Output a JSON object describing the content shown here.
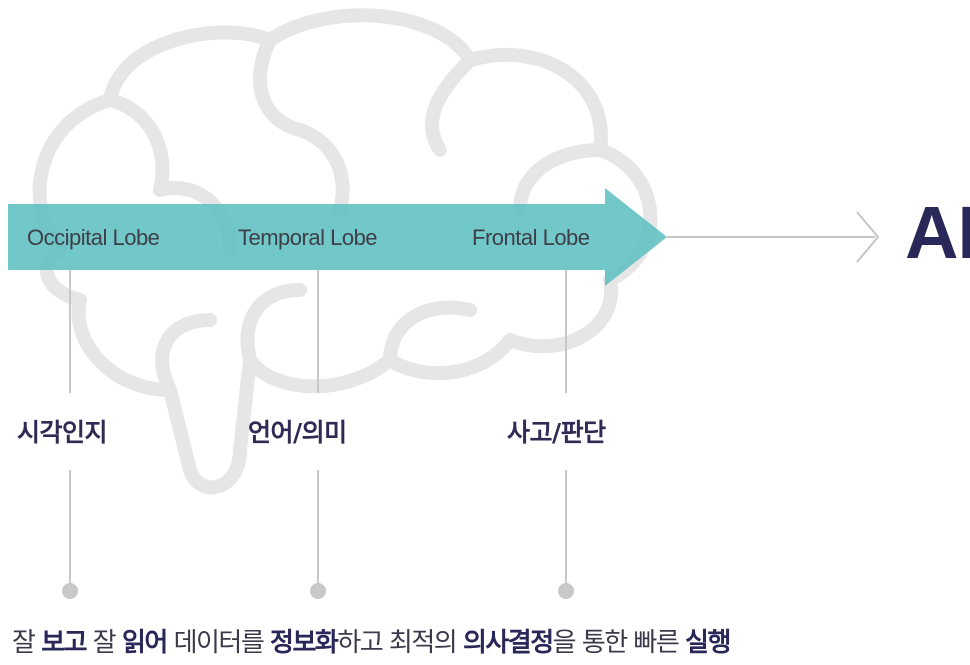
{
  "lobes": [
    {
      "label": "Occipital Lobe"
    },
    {
      "label": "Temporal Lobe"
    },
    {
      "label": "Frontal Lobe"
    }
  ],
  "functions": [
    {
      "label": "시각인지"
    },
    {
      "label": "언어/의미"
    },
    {
      "label": "사고/판단"
    }
  ],
  "ai_label": "AI",
  "caption": {
    "seg1": "잘 ",
    "bold1": "보고",
    "seg2": " 잘 ",
    "bold2": "읽어",
    "seg3": " 데이터를 ",
    "bold3": "정보화",
    "seg4": "하고 최적의 ",
    "bold4": "의사결정",
    "seg5": "을 통한 빠른 ",
    "bold5": "실행"
  },
  "colors": {
    "arrow_fill": "#5fbfc0",
    "arrow_text": "#3d3f48",
    "accent_navy": "#2a2858",
    "connector_gray": "#c8c8c8",
    "brain_outline": "#e4e4e4"
  },
  "icons": [
    "brain-outline-icon",
    "thin-arrow-icon"
  ]
}
